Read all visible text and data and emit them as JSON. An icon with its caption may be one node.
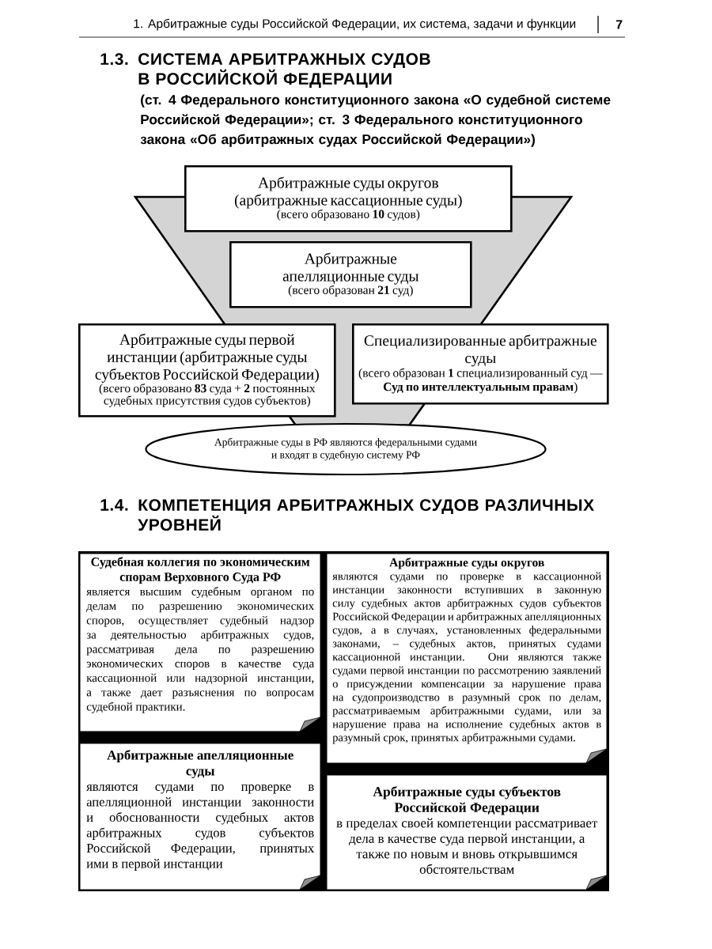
{
  "diagram": {
    "title": "СИСТЕМА АРБИТРАЖНЫХ СУДОВ В РОССИЙСКОЙ ФЕДЕРАЦИИ",
    "nodes": [
      {
        "text": [
          "Арбитражные суды округов (арбитражные кассационные суды)",
          "(всего образовано **10** судов)"
        ]
      },
      {
        "text": [
          "Арбитражные апелляционные суды",
          "(всего образован **21** суд)"
        ]
      },
      {
        "text": [
          "Арбитражные суды первой инстанции (арбитражные суды субъектов Российской Федерации)",
          "(всего образовано **83** суда + **2** постоянных судебных присутствия судов субъектов)"
        ]
      },
      {
        "text": [
          "Специализированные арбитражные суды",
          "(всего образован **1** специализированный суд — **Суд по интеллектуальным правам**)"
        ]
      },
      {
        "text": [
          "Арбитражные суды в РФ являются федеральными судами и входят в судебную систему РФ"
        ]
      },
      {
        "text": [
          "Судебная коллегия по экономическим спорам Верховного Суда РФ",
          "является высшим судебным органом по делам по разрешению экономических споров, осуществляет судебный надзор за деятельностью арбитражных судов, рассматривая дела по разрешению экономических споров в качестве суда кассационной или надзорной инстанции, а также дает разъяснения по вопросам судебной практики."
        ]
      },
      {
        "text": [
          "Арбитражные суды округов",
          "являются судами по проверке в кассационной инстанции законности вступивших в законную силу судебных актов арбитражных судов субъектов Российской Федерации и арбитражных апелляционных судов, а в случаях, установленных федеральными законами, – судебных актов, принятых судами кассационной инстанции. Они являются также судами первой инстанции по рассмотрению заявлений о присуждении компенсации за нарушение права на судопроизводство в разумный срок по делам, рассматриваемым арбитражными судами, или за нарушение права на исполнение судебных актов в разумный срок, принятых арбитражными судами."
        ]
      },
      {
        "text": [
          "Арбитражные апелляционные суды",
          "являются судами по проверке в апелляционной инстанции законности и обоснованности судебных актов арбитражных судов субъектов Российской Федерации, принятых ими в первой инстанции"
        ]
      },
      {
        "text": [
          "Арбитражные суды субъектов Российской Федерации",
          "в пределах своей компетенции рассматривает дела в качестве суда первой инстанции, а также по новым и вновь открывшимся обстоятельствам"
        ]
      }
    ],
    "labels": [
      "1. Арбитражные суды Российской Федерации, их система, задачи и функции",
      "7",
      "1.3.",
      "(ст. 4 Федерального конституционного закона «О судебной системе Российской Федерации»; ст. 3 Федерального конституционного закона «Об арбитражных судах Российской Федерации»)",
      "1.4.",
      "КОМПЕТЕНЦИЯ АРБИТРАЖНЫХ СУДОВ РАЗЛИЧНЫХ УРОВНЕЙ"
    ]
  }
}
